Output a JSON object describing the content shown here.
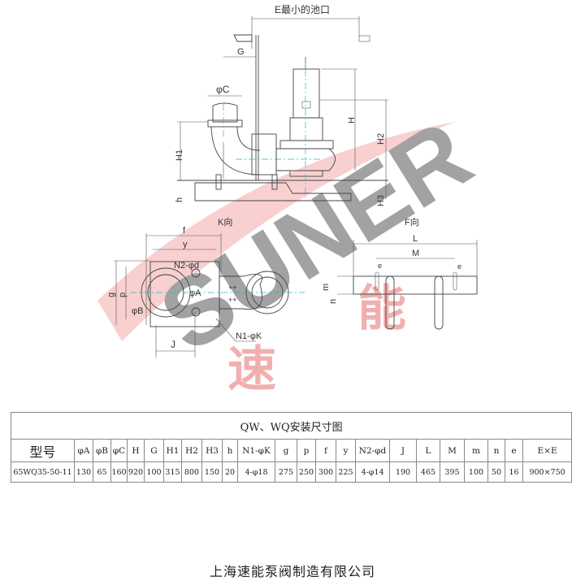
{
  "drawing": {
    "pool_label": "E最小的池口",
    "labels_side": {
      "G": "G",
      "C": "φC",
      "H": "H",
      "H1": "H1",
      "H2": "H2",
      "H3": "H3",
      "h": "h"
    },
    "labels_plan": {
      "K_view": "K向",
      "f": "f",
      "y": "y",
      "N2": "N2-φd",
      "A": "φA",
      "B": "φB",
      "g": "g",
      "p": "p",
      "J": "J",
      "N1": "N1-φK"
    },
    "labels_f_view": {
      "F_view": "F向",
      "L": "L",
      "M": "M",
      "e": "e",
      "m": "m",
      "n": "n"
    },
    "watermark": {
      "latin": "SUNER",
      "chinese_1": "速",
      "chinese_2": "能",
      "colors": {
        "blue": "#9fa6e0",
        "red": "#e45050"
      }
    }
  },
  "table": {
    "title": "QW、WQ安装尺寸图",
    "headers": [
      "型号",
      "φA",
      "φB",
      "φC",
      "H",
      "G",
      "H1",
      "H2",
      "H3",
      "h",
      "N1-φK",
      "g",
      "p",
      "f",
      "y",
      "N2-φd",
      "J",
      "L",
      "M",
      "m",
      "n",
      "e",
      "E×E"
    ],
    "rows": [
      [
        "65WQ35-50-11",
        "130",
        "65",
        "160",
        "920",
        "100",
        "315",
        "800",
        "150",
        "20",
        "4-φ18",
        "275",
        "250",
        "300",
        "225",
        "4-φ14",
        "190",
        "465",
        "395",
        "100",
        "50",
        "16",
        "900×750"
      ]
    ]
  },
  "footer": {
    "company": "上海速能泵阀制造有限公司"
  }
}
